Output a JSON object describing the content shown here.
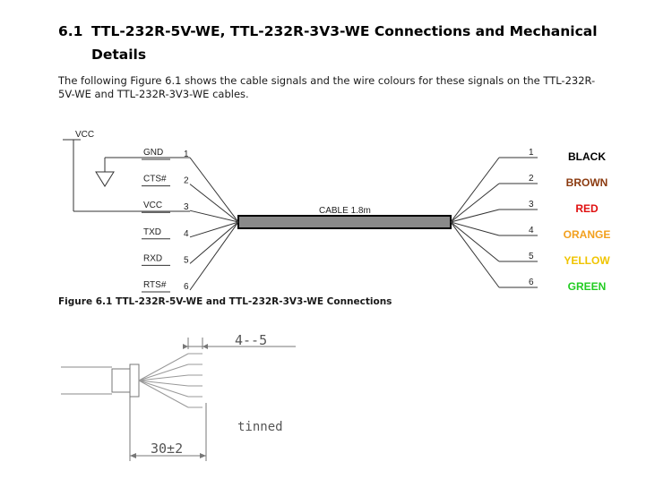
{
  "heading": {
    "number": "6.1",
    "title_line1": "TTL-232R-5V-WE,  TTL-232R-3V3-WE Connections and Mechanical",
    "title_line2": "Details"
  },
  "paragraph": {
    "line1": "The following Figure 6.1 shows the cable signals and the wire colours for these signals on the TTL-232R-",
    "line2": "5V-WE and TTL-232R-3V3-WE cables."
  },
  "diagram": {
    "vcc_label": "VCC",
    "cable_label": "CABLE 1.8m",
    "left_pins": [
      {
        "signal": "GND",
        "pin": "1"
      },
      {
        "signal": "CTS#",
        "pin": "2"
      },
      {
        "signal": "VCC",
        "pin": "3"
      },
      {
        "signal": "TXD",
        "pin": "4"
      },
      {
        "signal": "RXD",
        "pin": "5"
      },
      {
        "signal": "RTS#",
        "pin": "6"
      }
    ],
    "right_wires": [
      {
        "pin": "1",
        "colour": "BLACK",
        "hex": "#000000"
      },
      {
        "pin": "2",
        "colour": "BROWN",
        "hex": "#8b3a0f"
      },
      {
        "pin": "3",
        "colour": "RED",
        "hex": "#e01010"
      },
      {
        "pin": "4",
        "colour": "ORANGE",
        "hex": "#f2a01e"
      },
      {
        "pin": "5",
        "colour": "YELLOW",
        "hex": "#f0c400"
      },
      {
        "pin": "6",
        "colour": "GREEN",
        "hex": "#22cc22"
      }
    ]
  },
  "caption": "Figure 6.1 TTL-232R-5V-WE and TTL-232R-3V3-WE Connections",
  "mechanical": {
    "strip_dim": "4--5",
    "length_dim": "30±2",
    "note": "tinned"
  }
}
